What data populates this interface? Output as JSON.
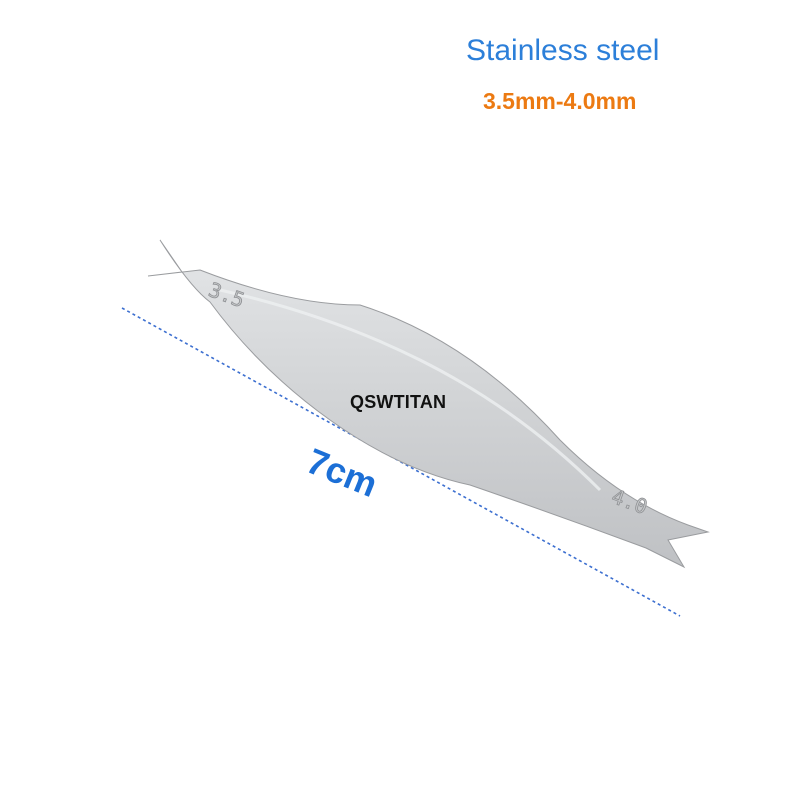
{
  "header": {
    "material": "Stainless steel",
    "size_range": "3.5mm-4.0mm"
  },
  "tool": {
    "left_marking": "3.5",
    "right_marking": "4.0",
    "brand_watermark": "QSWTITAN"
  },
  "measurement": {
    "length_label": "7cm"
  },
  "colors": {
    "title_blue": "#2c7fd9",
    "title_orange": "#ec7a12",
    "measure_blue": "#1c6fd6",
    "steel": "#d2d4d6"
  }
}
